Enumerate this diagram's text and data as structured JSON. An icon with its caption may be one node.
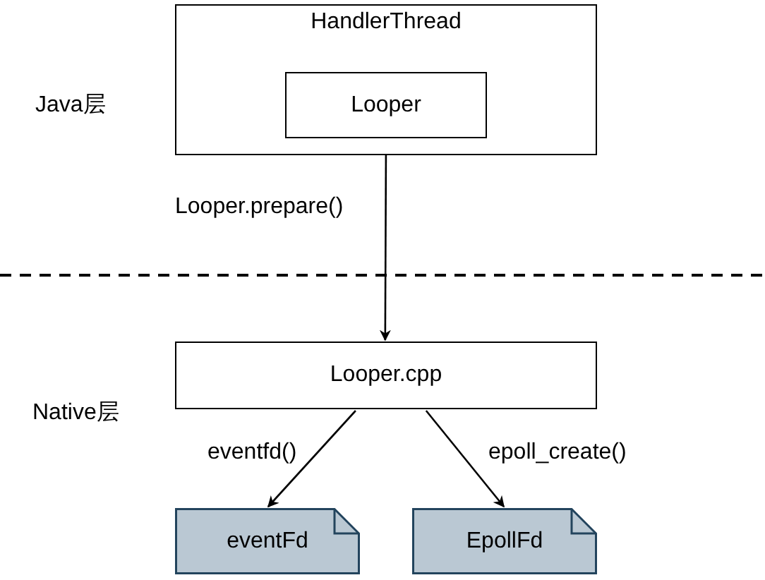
{
  "diagram": {
    "nodes": [
      {
        "text": [
          "HandlerThread"
        ]
      },
      {
        "text": [
          "Looper"
        ],
        "in": 0
      },
      {
        "text": [
          "Looper.cpp"
        ]
      },
      {
        "text": [
          "eventFd"
        ]
      },
      {
        "text": [
          "EpollFd"
        ]
      }
    ],
    "edges": [
      {
        "from": 1,
        "to": 2,
        "arrow": "to",
        "label": "Looper.prepare()"
      },
      {
        "from": 2,
        "to": 3,
        "arrow": "to",
        "label": "eventfd()"
      },
      {
        "from": 2,
        "to": 4,
        "arrow": "to",
        "label": "epoll_create()"
      }
    ],
    "labels": [
      "Java层",
      "Native层"
    ]
  }
}
